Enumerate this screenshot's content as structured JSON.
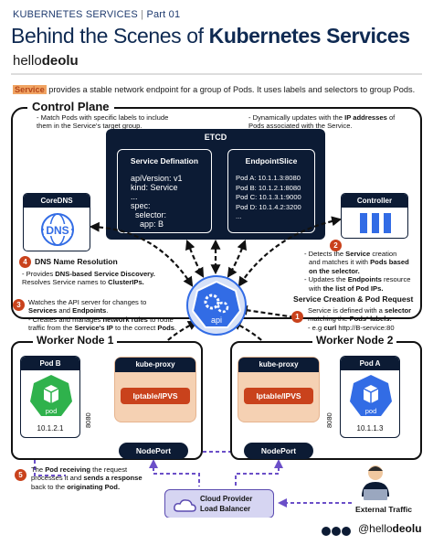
{
  "header": {
    "kicker": "KUBERNETES SERVICES",
    "kicker_sep": "|",
    "part": "Part 01",
    "title_prefix": "Behind the Scenes of ",
    "title_bold": "Kubernetes Services",
    "brand_prefix": "hello",
    "brand_bold": "deolu"
  },
  "intro": {
    "highlight": "Service",
    "text": " provides a stable network endpoint for a group of Pods. It uses labels and selectors to group Pods."
  },
  "control_plane": {
    "title": "Control Plane",
    "note_left_1": "- Match Pods with specific labels to include",
    "note_left_2": "them in the Service's target group.",
    "note_right_1": "- Dynamically updates with the ",
    "note_right_bold": "IP addresses",
    "note_right_2": " of",
    "note_right_3": "Pods associated with the Service.",
    "etcd": {
      "title": "ETCD",
      "service_def_title": "Service Defination",
      "yaml": [
        "apiVersion: v1",
        "kind: Service",
        "...",
        "spec:",
        "  selector:",
        "    app: B"
      ],
      "endpointslice_title": "EndpointSlice",
      "endpoints": [
        "Pod A: 10.1.1.3:8080",
        "Pod B: 10.1.2.1:8080",
        "Pod C: 10.1.3.1:9000",
        "Pod D: 10.1.4.2:3200",
        "..."
      ]
    },
    "coredns": {
      "title": "CoreDNS",
      "icon_text": "DNS",
      "icon": "globe-icon"
    },
    "controller": {
      "title": "Controller",
      "icon": "bars-icon"
    },
    "step4": {
      "num": "4",
      "title": "DNS Name Resolution",
      "l1_pre": "- Provides ",
      "l1_bold": "DNS-based Service Discovery.",
      "l2_pre": "Resolves Service names to ",
      "l2_bold": "ClusterIPs."
    },
    "step2": {
      "num": "2",
      "l1_pre": "- Detects the ",
      "l1_bold": "Service",
      "l1_post": " creation",
      "l2_pre": "and matches it with ",
      "l2_bold": "Pods based",
      "l3_bold": "on the selector.",
      "l4_pre": "- Updates the ",
      "l4_bold": "Endpoints",
      "l4_post": " resource",
      "l5_pre": "with ",
      "l5_bold": "the list of Pod IPs."
    }
  },
  "api": {
    "label": "api",
    "icon": "kubernetes-wheel-icon"
  },
  "step3": {
    "num": "3",
    "l1": "Watches the API server for changes to",
    "l2_bold1": "Services",
    "l2_and": " and ",
    "l2_bold2": "Endpoints",
    "l2_end": ".",
    "l3_pre": "- Creates and manages ",
    "l3_bold": "network rules",
    "l3_post": " to route",
    "l4_pre": "traffic from the ",
    "l4_bold": "Service's IP",
    "l4_mid": " to the correct ",
    "l4_bold2": "Pods",
    "l4_end": "."
  },
  "step1": {
    "num": "1",
    "title": "Service Creation & Pod Request",
    "l1_pre": "Service is defined with a ",
    "l1_bold": "selector",
    "l2_pre": "matching the ",
    "l2_bold": "Pods' labels.",
    "l3_pre": "- e.g ",
    "l3_bold": "curl",
    "l3_post": " http://B-service:80"
  },
  "worker1": {
    "title": "Worker Node 1",
    "pod_title": "Pod B",
    "pod_label": "pod",
    "pod_ip": "10.1.2.1",
    "port": "8080",
    "kube_proxy": "kube-proxy",
    "iptables": "Iptable/IPVS",
    "nodeport": "NodePort"
  },
  "worker2": {
    "title": "Worker Node 2",
    "pod_title": "Pod A",
    "pod_label": "pod",
    "pod_ip": "10.1.1.3",
    "port": "8080",
    "kube_proxy": "kube-proxy",
    "iptables": "Iptable/IPVS",
    "nodeport": "NodePort"
  },
  "step5": {
    "num": "5",
    "l1_pre": "The ",
    "l1_bold": "Pod receiving",
    "l1_post": " the request",
    "l2_pre": "processes it and ",
    "l2_bold": "sends a response",
    "l3_pre": "back to the ",
    "l3_bold": "originating Pod."
  },
  "load_balancer": {
    "l1": "Cloud Provider",
    "l2": "Load Balancer",
    "icon": "cloud-icon"
  },
  "external": {
    "label": "External Traffic",
    "icon": "user-laptop-icon"
  },
  "footer": {
    "social": "in  X  ◉",
    "brand_prefix": "@hello",
    "brand_bold": "deolu"
  },
  "colors": {
    "navy": "#0c1b34",
    "orange": "#c9421c",
    "peach": "#f5d1b3",
    "purple": "#5b4bb0",
    "k8s_blue": "#326ce5"
  }
}
